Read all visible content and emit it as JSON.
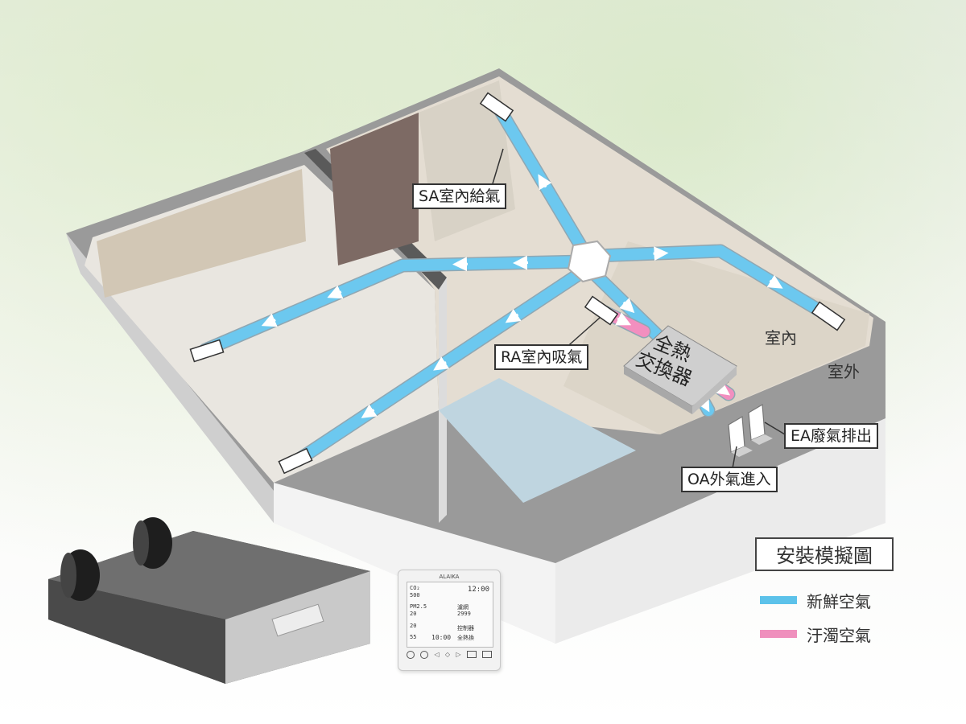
{
  "labels": {
    "sa": "SA室內給氣",
    "ra": "RA室內吸氣",
    "ea": "EA廢氣排出",
    "oa": "OA外氣進入",
    "indoor": "室內",
    "outdoor": "室外",
    "hx_line1": "全熱",
    "hx_line2": "交換器"
  },
  "legend": {
    "title": "安裝模擬圖",
    "items": [
      {
        "label": "新鮮空氣",
        "color": "#5cc2ea"
      },
      {
        "label": "汙濁空氣",
        "color": "#ef8fbd"
      }
    ]
  },
  "colors": {
    "fresh_duct": "#6cc8ef",
    "stale_duct": "#f28fbf",
    "wall": "#d9d9d9"
  },
  "controller": {
    "brand": "ALAIKA",
    "time": "12:00",
    "co2_label": "CO₂",
    "co2_value": "500",
    "pm_label": "PM2.5",
    "pm_value": "20",
    "temp_value": "20",
    "humidity_value": "55",
    "filter_label": "濾網",
    "filter_value": "2999",
    "timer_value": "10:00",
    "mode_label": "控制器",
    "hx_mode_label": "全熱換"
  }
}
